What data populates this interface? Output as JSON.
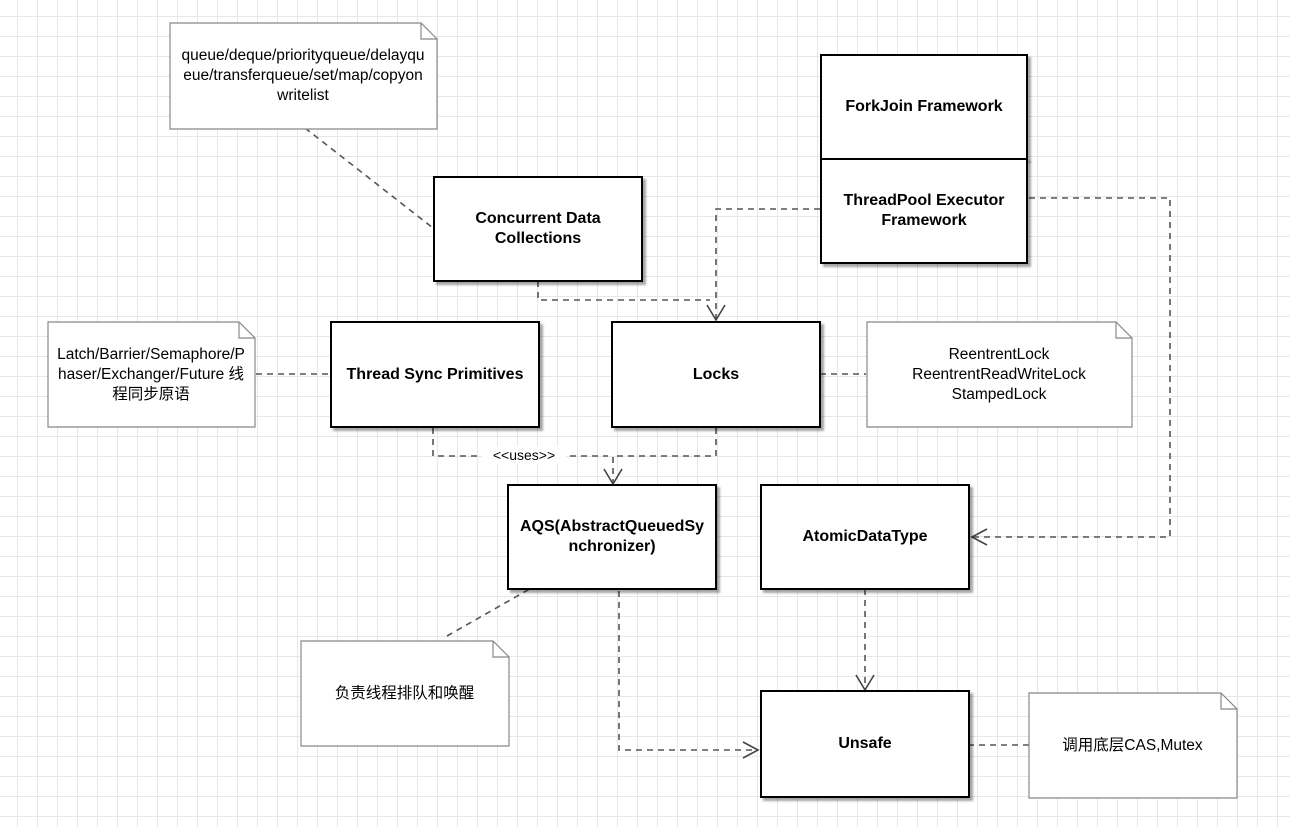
{
  "diagram": {
    "boxes": {
      "forkjoin": "ForkJoin Framework",
      "threadpool": "ThreadPool Executor Framework",
      "concurrent_collections": "Concurrent Data Collections",
      "thread_sync": "Thread Sync Primitives",
      "locks": "Locks",
      "aqs": "AQS(AbstractQueuedSynchronizer)",
      "atomic": "AtomicDataType",
      "unsafe": "Unsafe"
    },
    "notes": {
      "collections": "queue/deque/priorityqueue/delayqueue/transferqueue/set/map/copyonwritelist",
      "sync_primitives": "Latch/Barrier/Semaphore/Phaser/Exchanger/Future  线程同步原语",
      "locks": "ReentrentLock\nReentrentReadWriteLock\nStampedLock",
      "aqs": "负责线程排队和唤醒",
      "unsafe": "调用底层CAS,Mutex"
    },
    "edge_labels": {
      "uses": "<<uses>>"
    }
  }
}
